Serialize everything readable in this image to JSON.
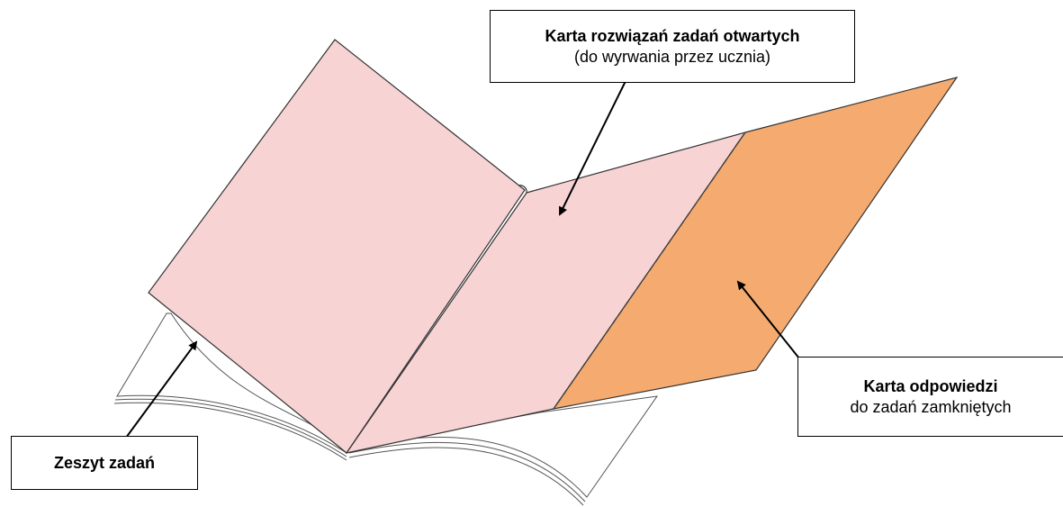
{
  "colors": {
    "pink_sheet": "#f7d3d4",
    "orange_sheet": "#f5ab6f",
    "outline": "#333333",
    "booklet_lines": "#555555"
  },
  "labels": {
    "open_tasks_card": {
      "title": "Karta rozwiązań zadań otwartych",
      "subtitle": "(do wyrwania przez ucznia)"
    },
    "answer_card": {
      "title": "Karta odpowiedzi",
      "subtitle": "do zadań zamkniętych"
    },
    "task_booklet": {
      "title": "Zeszyt zadań"
    }
  }
}
